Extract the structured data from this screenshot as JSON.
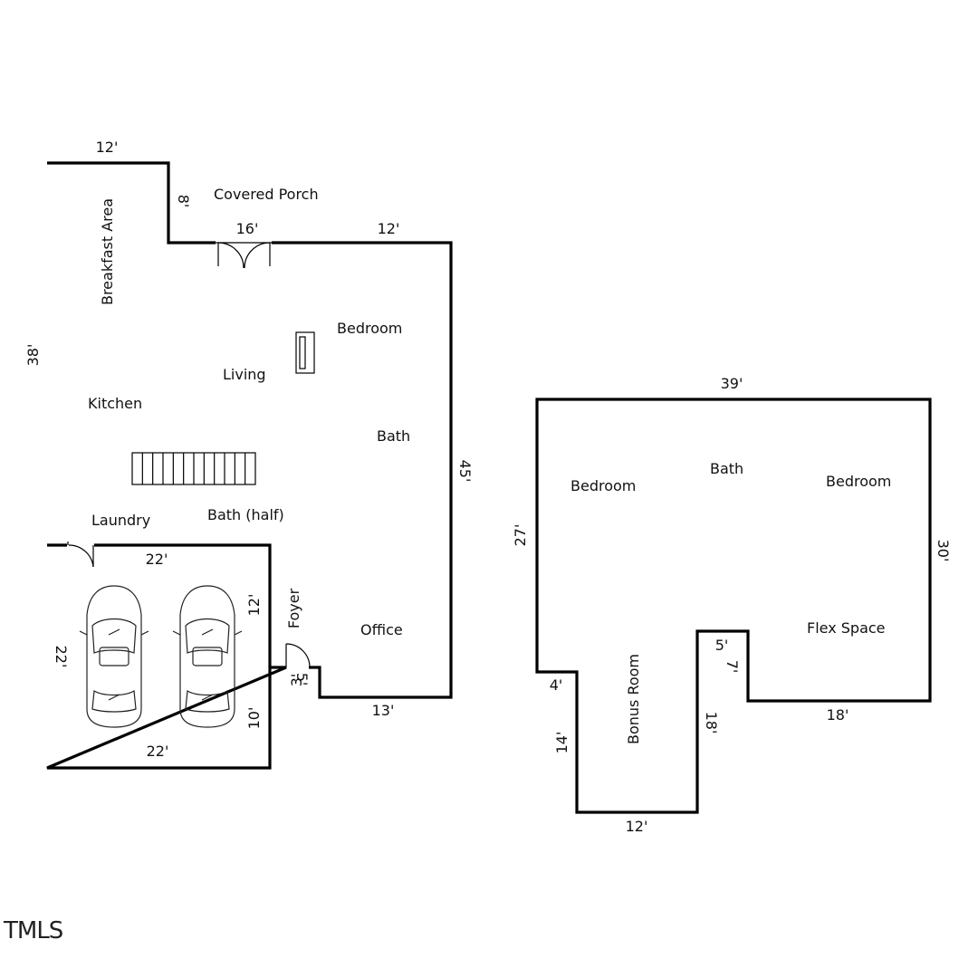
{
  "watermark": "TMLS",
  "first_floor": {
    "rooms": {
      "covered_porch": "Covered Porch",
      "breakfast_area": "Breakfast Area",
      "bedroom": "Bedroom",
      "living": "Living",
      "kitchen": "Kitchen",
      "bath": "Bath",
      "laundry": "Laundry",
      "bath_half": "Bath (half)",
      "foyer": "Foyer",
      "office": "Office"
    },
    "dimensions": {
      "top_left": "12'",
      "porch_depth": "8'",
      "porch_width": "16'",
      "top_right": "12'",
      "left_side": "38'",
      "right_side": "45'",
      "garage_top": "22'",
      "garage_left": "22'",
      "garage_right_upper": "12'",
      "garage_right_lower": "10'",
      "garage_bottom": "22'",
      "foyer_width": "5'",
      "foyer_depth": "3'",
      "bottom_right": "13'"
    }
  },
  "second_floor": {
    "rooms": {
      "bedroom_left": "Bedroom",
      "bath": "Bath",
      "bedroom_right": "Bedroom",
      "flex_space": "Flex Space",
      "bonus_room": "Bonus Room"
    },
    "dimensions": {
      "top": "39'",
      "left": "27'",
      "right": "30'",
      "notch_left": "4'",
      "bonus_left": "14'",
      "bonus_bottom": "12'",
      "bonus_right": "18'",
      "step_top": "5'",
      "step_side": "7'",
      "flex_bottom": "18'"
    }
  }
}
